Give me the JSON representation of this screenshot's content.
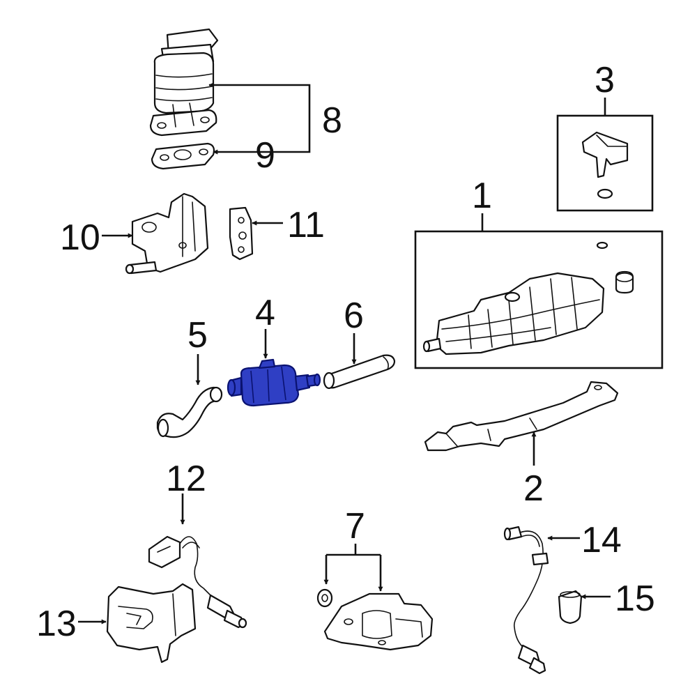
{
  "callouts": {
    "c1": "1",
    "c2": "2",
    "c3": "3",
    "c4": "4",
    "c5": "5",
    "c6": "6",
    "c7": "7",
    "c8": "8",
    "c9": "9",
    "c10": "10",
    "c11": "11",
    "c12": "12",
    "c13": "13",
    "c14": "14",
    "c15": "15"
  },
  "highlight": {
    "part": "4",
    "color": "#2f3fc4",
    "outline": "#0a1270"
  }
}
